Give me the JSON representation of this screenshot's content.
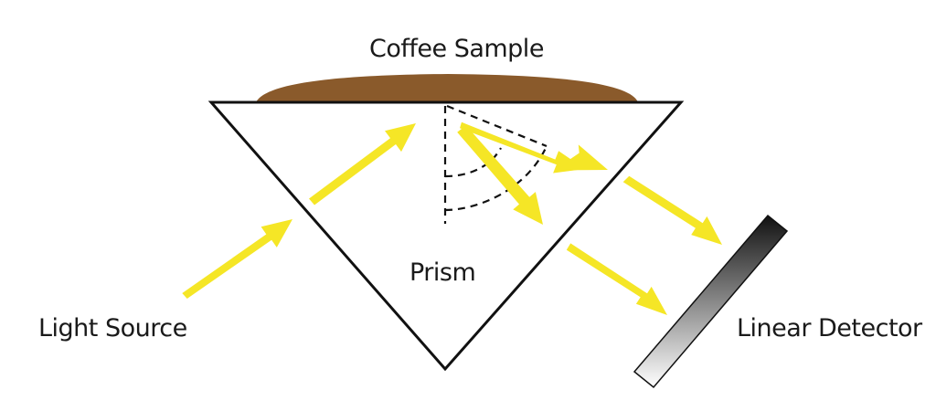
{
  "labels": {
    "sample": "Coffee Sample",
    "prism": "Prism",
    "light_source": "Light Source",
    "detector": "Linear Detector"
  },
  "colors": {
    "coffee": "#8a5a2b",
    "beam": "#f5e626",
    "outline": "#111111",
    "detector_dark": "#111111",
    "detector_light": "#ffffff"
  },
  "icons": {
    "sample": "coffee-sample-shape",
    "prism": "triangle-prism",
    "detector": "gradient-detector-bar",
    "beam": "arrow"
  }
}
